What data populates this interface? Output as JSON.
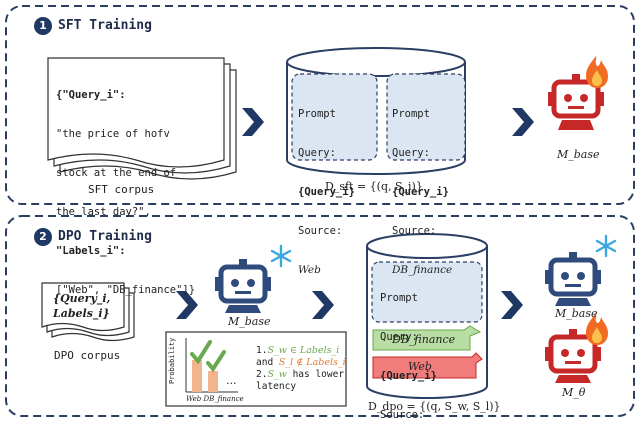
{
  "colors": {
    "border": "#2b3f64",
    "prompt_box": "#dce6f3",
    "green_tag": "#b9dea3",
    "red_tag": "#f07c7c",
    "robot_red": "#c62828",
    "robot_blue": "#2f4b7c",
    "flame": "#f26b22",
    "snow": "#3aa7e0",
    "arrow": "#1f3864",
    "bar": "#f2b48a",
    "check": "#6aa84f"
  },
  "sft": {
    "step": "1",
    "title": "SFT Training",
    "doc_lines": [
      "{\"Query_i\":",
      "\"the price of hofv",
      "stock at the end of",
      "the last day?\",",
      "\"Labels_i\":",
      "[\"Web\", \"DB_finance\"]}"
    ],
    "corpus_label": "SFT corpus",
    "db_left": {
      "l1": "Prompt",
      "l2": "Query:",
      "l3": "{Query_i}",
      "l4": "Source:",
      "l5": "Web"
    },
    "db_right": {
      "l1": "Prompt",
      "l2": "Query:",
      "l3": "{Query_i}",
      "l4": "Source:",
      "l5": "DB_finance"
    },
    "db_caption": "D_sft = {(q, S_i)}",
    "model_label": "M_base"
  },
  "dpo": {
    "step": "2",
    "title": "DPO Training",
    "doc_l1": "{Query_i,",
    "doc_l2": "Labels_i}",
    "corpus_label": "DPO corpus",
    "frozen_label": "M_base",
    "chart_ylabel": "Probability",
    "chart_xlabel": "Web DB_finance",
    "chart_ellipsis": "...",
    "note_1a": "1.",
    "note_1b": "S_w ∈ Labels_i",
    "note_1c": "and",
    "note_1d": "S_l ∉ Labels_i",
    "note_2a": "2.",
    "note_2b": "S_w",
    "note_2c": "has lower",
    "note_2d": "latency",
    "db_prompt": {
      "l1": "Prompt",
      "l2": "Query:",
      "l3": "{Query_i}",
      "l4": "Source:"
    },
    "tag_green": "DB_finance",
    "tag_red": "Web",
    "db_caption": "D_dpo = {(q, S_w, S_l)}",
    "model_top_label": "M_base",
    "model_bottom_label": "M_θ"
  }
}
